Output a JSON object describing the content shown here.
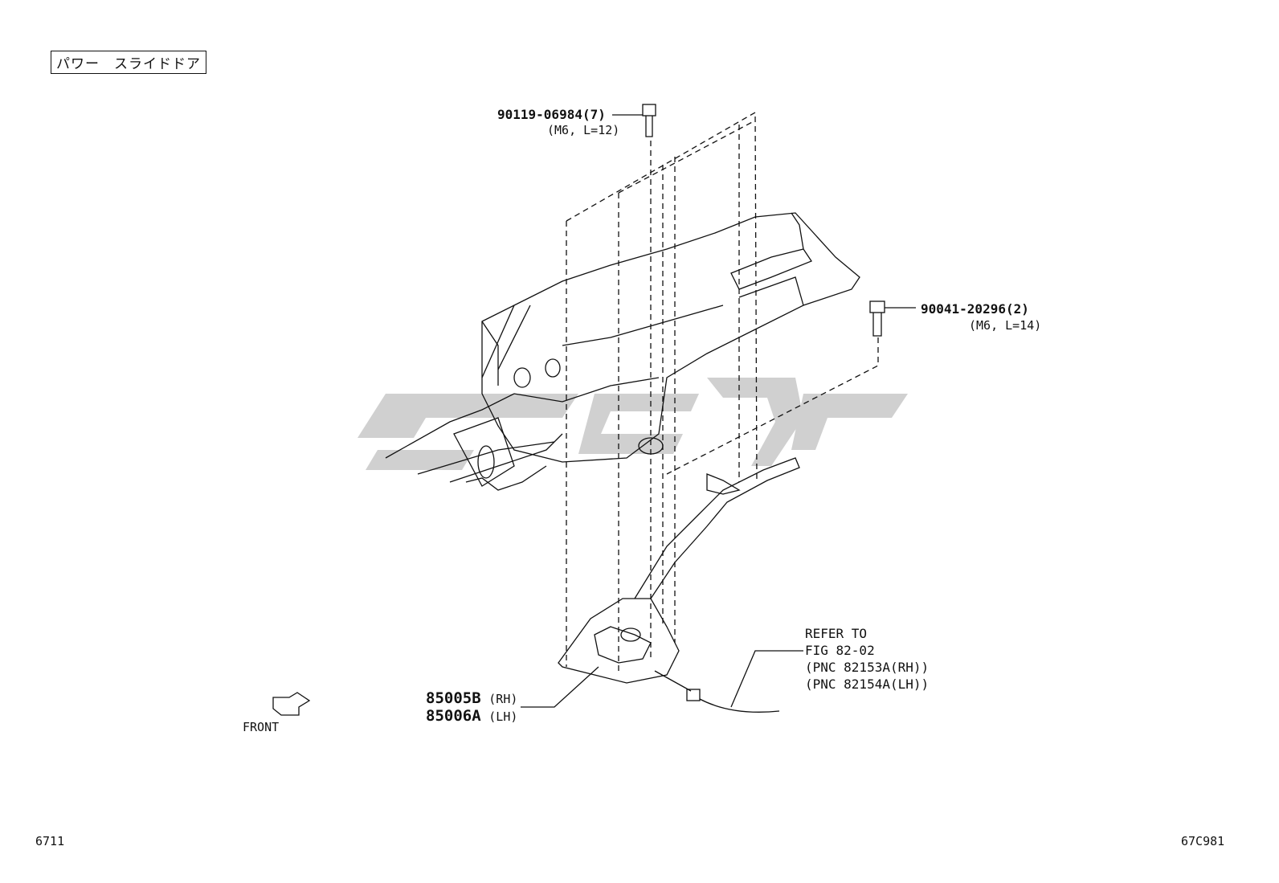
{
  "title": "パワー　スライドドア",
  "callouts": [
    {
      "id": "bolt-top",
      "part_number": "90119-06984(7)",
      "spec": "(M6, L=12)"
    },
    {
      "id": "bolt-right",
      "part_number": "90041-20296(2)",
      "spec": "(M6, L=14)"
    }
  ],
  "motor": {
    "rh_number": "85005B",
    "rh_side": "(RH)",
    "lh_number": "85006A",
    "lh_side": "(LH)"
  },
  "reference": {
    "line1": "REFER TO",
    "line2": "FIG 82-02",
    "line3": "(PNC 82153A(RH))",
    "line4": "(PNC 82154A(LH))"
  },
  "front_label": "FRONT",
  "footer_left": "6711",
  "footer_right": "67C981"
}
